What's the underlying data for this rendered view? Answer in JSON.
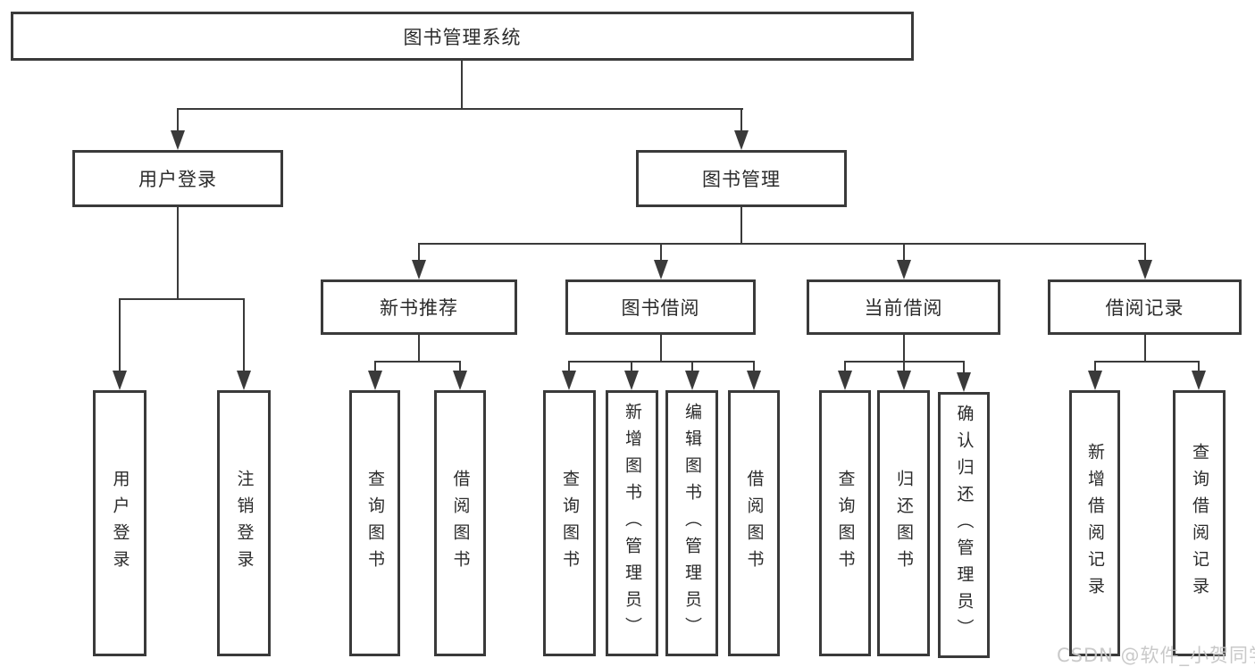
{
  "tree": {
    "root": "图书管理系统",
    "branches": [
      {
        "label": "用户登录",
        "children": [
          "用户登录",
          "注销登录"
        ]
      },
      {
        "label": "图书管理",
        "groups": [
          {
            "label": "新书推荐",
            "children": [
              "查询图书",
              "借阅图书"
            ]
          },
          {
            "label": "图书借阅",
            "children": [
              "查询图书",
              "新增图书（管理员）",
              "编辑图书（管理员）",
              "借阅图书"
            ]
          },
          {
            "label": "当前借阅",
            "children": [
              "查询图书",
              "归还图书",
              "确认归还（管理员）"
            ]
          },
          {
            "label": "借阅记录",
            "children": [
              "新增借阅记录",
              "查询借阅记录"
            ]
          }
        ]
      }
    ]
  },
  "watermark": "CSDN @软件_小贺同学",
  "colors": {
    "line": "#3a3a3a",
    "text": "#2b2b2b",
    "background": "#ffffff",
    "watermark": "#c6c6c6"
  }
}
